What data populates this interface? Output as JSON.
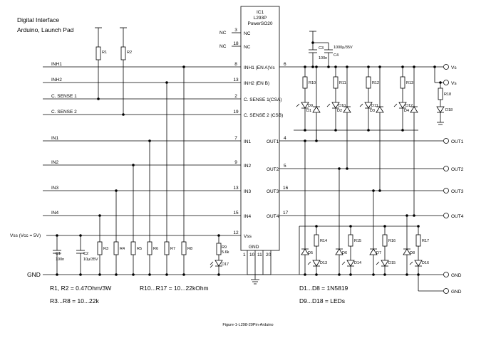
{
  "title": {
    "line1": "Digital Interface",
    "line2": "Arduino, Launch Pad"
  },
  "ic": {
    "ref": "IC1",
    "part": "L293P",
    "package": "PowerSO20",
    "gnd_label": "GND",
    "gnd_pins": [
      "1",
      "10",
      "11",
      "20"
    ]
  },
  "pins_left": [
    {
      "num": "3",
      "label": "NC",
      "ext": "NC"
    },
    {
      "num": "18",
      "label": "NC",
      "ext": "NC"
    },
    {
      "num": "8",
      "label": "INH1 (EN A)",
      "ext": "INH1"
    },
    {
      "num": "13",
      "label": "INH2 (EN B)",
      "ext": "INH2"
    },
    {
      "num": "2",
      "label": "C. SENSE 1(CSA)",
      "ext": "C. SENSE 1"
    },
    {
      "num": "19",
      "label": "C. SENSE 2 (CSB)",
      "ext": "C. SENSE 2"
    },
    {
      "num": "7",
      "label": "IN1",
      "ext": "IN1"
    },
    {
      "num": "9",
      "label": "IN2",
      "ext": "IN2"
    },
    {
      "num": "13",
      "label": "IN3",
      "ext": "IN3"
    },
    {
      "num": "15",
      "label": "IN4",
      "ext": "IN4"
    },
    {
      "num": "12",
      "label": "Vss",
      "ext": "Vss (Vcc = 5V)"
    }
  ],
  "pins_right": [
    {
      "num": "6",
      "label": "Vs",
      "ext": "Vs"
    },
    {
      "num": "4",
      "label": "OUT1",
      "ext": "OUT1"
    },
    {
      "num": "5",
      "label": "OUT2",
      "ext": "OUT2"
    },
    {
      "num": "16",
      "label": "OUT3",
      "ext": "OUT3"
    },
    {
      "num": "17",
      "label": "OUT4",
      "ext": "OUT4"
    }
  ],
  "vs2_label": "Vs",
  "gnd_rail_left": "GND",
  "gnd_rail_right": [
    "GND",
    "GND"
  ],
  "left_resistors": [
    "R1",
    "R2"
  ],
  "bottom_resistors": [
    "R3",
    "R4",
    "R5",
    "R6",
    "R7",
    "R8"
  ],
  "r9": {
    "ref": "R9",
    "value": "5.6k"
  },
  "d17": "D17",
  "c1": {
    "ref": "C1",
    "value": "100n"
  },
  "c2": {
    "ref": "C2",
    "value": "10µ/35V"
  },
  "c3": {
    "ref": "C3",
    "value": "100n"
  },
  "c4": {
    "ref": "C4",
    "value": "1000µ/35V"
  },
  "top_resistors": [
    "R10",
    "R11",
    "R12",
    "R13"
  ],
  "top_leds": [
    "D9",
    "D10",
    "D11",
    "D12"
  ],
  "top_diodes": [
    "D1",
    "D2",
    "D3",
    "D4"
  ],
  "bottom_resistors_r": [
    "R14",
    "R15",
    "R16",
    "R17"
  ],
  "bottom_leds": [
    "D13",
    "D14",
    "D15",
    "D16"
  ],
  "bottom_diodes": [
    "D5",
    "D6",
    "D7",
    "D8"
  ],
  "r18": "R18",
  "d18": "D18",
  "notes": [
    "R1, R2 = 0.47Ohm/3W",
    "R3...R8 = 10...22k",
    "R10...R17 = 10...22kOhm",
    "D1...D8 = 1N5819",
    "D9...D18 = LEDs"
  ],
  "caption": "Figure-1-L298-20Pin-Arduino"
}
